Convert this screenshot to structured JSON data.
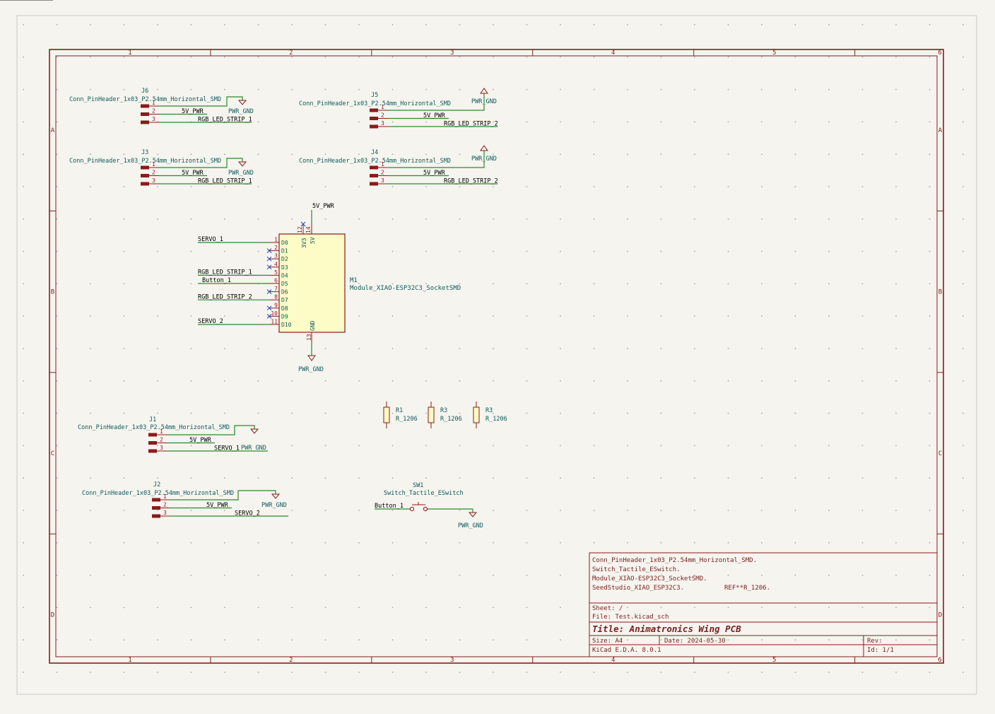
{
  "colors": {
    "background": "#f5f4ef",
    "border": "#8b1a1a",
    "wire": "#2a8a2a",
    "pin": "#8b1a1a",
    "label": "#0e5a5a",
    "symbol_fill": "#fdfbc6",
    "text": "#7a1e1e",
    "noconnect": "#2040c0"
  },
  "frame": {
    "columns": [
      "1",
      "2",
      "3",
      "4",
      "5",
      "6"
    ],
    "rows": [
      "A",
      "B",
      "C",
      "D"
    ]
  },
  "symbols": {
    "J6": {
      "ref": "J6",
      "value": "Conn_PinHeader_1x03_P2.54mm_Horizontal_SMD",
      "pins": [
        "1",
        "2",
        "3"
      ],
      "nets": [
        "5V_PWR",
        "RGB_LED_STRIP_1"
      ],
      "gnd": "PWR_GND"
    },
    "J3": {
      "ref": "J3",
      "value": "Conn_PinHeader_1x03_P2.54mm_Horizontal_SMD",
      "pins": [
        "1",
        "2",
        "3"
      ],
      "nets": [
        "5V_PWR",
        "RGB_LED_STRIP_1"
      ],
      "gnd": "PWR_GND"
    },
    "J5": {
      "ref": "J5",
      "value": "Conn_PinHeader_1x03_P2.54mm_Horizontal_SMD",
      "pins": [
        "1",
        "2",
        "3"
      ],
      "nets": [
        "5V_PWR",
        "RGB_LED_STRIP_2"
      ],
      "gnd": "PWR_GND"
    },
    "J4": {
      "ref": "J4",
      "value": "Conn_PinHeader_1x03_P2.54mm_Horizontal_SMD",
      "pins": [
        "1",
        "2",
        "3"
      ],
      "nets": [
        "5V_PWR",
        "RGB_LED_STRIP_2"
      ],
      "gnd": "PWR_GND"
    },
    "J1": {
      "ref": "J1",
      "value": "Conn_PinHeader_1x03_P2.54mm_Horizontal_SMD",
      "pins": [
        "1",
        "2",
        "3"
      ],
      "nets": [
        "5V_PWR",
        "SERVO_1"
      ],
      "gnd": "PWR_GND"
    },
    "J2": {
      "ref": "J2",
      "value": "Conn_PinHeader_1x03_P2.54mm_Horizontal_SMD",
      "pins": [
        "1",
        "2",
        "3"
      ],
      "nets": [
        "5V_PWR",
        "SERVO_2"
      ],
      "gnd": "PWR_GND"
    },
    "M1": {
      "ref": "M1",
      "value": "Module_XIAO-ESP32C3_SocketSMD",
      "left_pins": [
        {
          "num": "1",
          "name": "D0",
          "net": "SERVO_1"
        },
        {
          "num": "2",
          "name": "D1",
          "net": ""
        },
        {
          "num": "3",
          "name": "D2",
          "net": ""
        },
        {
          "num": "4",
          "name": "D3",
          "net": ""
        },
        {
          "num": "5",
          "name": "D4",
          "net": "RGB_LED_STRIP_1"
        },
        {
          "num": "6",
          "name": "D5",
          "net": "Button_1"
        },
        {
          "num": "7",
          "name": "D6",
          "net": ""
        },
        {
          "num": "8",
          "name": "D7",
          "net": "RGB_LED_STRIP_2"
        },
        {
          "num": "9",
          "name": "D8",
          "net": ""
        },
        {
          "num": "10",
          "name": "D9",
          "net": ""
        },
        {
          "num": "11",
          "name": "D10",
          "net": "SERVO_2"
        }
      ],
      "top_pins": [
        {
          "num": "12",
          "name": "3V3"
        },
        {
          "num": "14",
          "name": "5V"
        }
      ],
      "bottom_pin": {
        "num": "13",
        "name": "GND"
      },
      "top_net": "5V_PWR",
      "gnd": "PWR_GND"
    },
    "R1": {
      "ref": "R1",
      "value": "R_1206"
    },
    "R3a": {
      "ref": "R3",
      "value": "R_1206"
    },
    "R3b": {
      "ref": "R3",
      "value": "R_1206"
    },
    "SW1": {
      "ref": "SW1",
      "value": "Switch_Tactile_ESwitch",
      "net": "Button_1",
      "gnd": "PWR_GND"
    }
  },
  "title_block": {
    "parts": [
      "Conn_PinHeader_1x03_P2.54mm_Horizontal_SMD.",
      "Switch_Tactile_ESwitch.",
      "Module_XIAO-ESP32C3_SocketSMD.",
      "SeedStudio_XIAO_ESP32C3.",
      "REF**R_1206."
    ],
    "sheet": "Sheet: /",
    "file": "File: Test.kicad_sch",
    "title": "Title: Animatronics Wing PCB",
    "size": "Size: A4",
    "date": "Date: 2024-05-30",
    "rev": "Rev:",
    "tool": "KiCad E.D.A. 8.0.1",
    "id": "Id: 1/1"
  }
}
